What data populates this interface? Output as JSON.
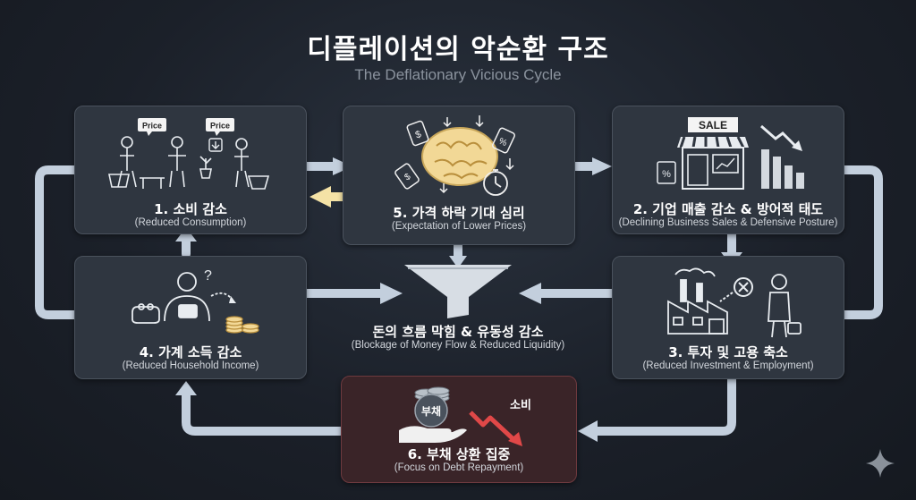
{
  "title": "디플레이션의 악순환 구조",
  "subtitle": "The Deflationary Vicious Cycle",
  "steps": [
    {
      "label": "1. 소비 감소",
      "sub": "(Reduced Consumption)",
      "icons": [
        "shoppers-icon",
        "price-tag-icon",
        "shopping-basket-icon"
      ],
      "price_tag": "Price"
    },
    {
      "label": "2. 기업 매출 감소 & 방어적 태도",
      "sub": "(Declining Business Sales & Defensive Posture)",
      "icons": [
        "store-icon",
        "declining-chart-icon"
      ],
      "sign": "SALE"
    },
    {
      "label": "3. 투자 및 고용 축소",
      "sub": "(Reduced Investment & Employment)",
      "icons": [
        "factory-icon",
        "cross-icon",
        "worker-icon"
      ]
    },
    {
      "label": "4. 가계 소득 감소",
      "sub": "(Reduced Household Income)",
      "icons": [
        "person-wallet-icon",
        "coins-icon"
      ],
      "question": "?"
    },
    {
      "label": "5. 가격 하락 기대 심리",
      "sub": "(Expectation of Lower Prices)",
      "icons": [
        "brain-icon",
        "price-tag-icon",
        "stopwatch-icon"
      ]
    },
    {
      "label": "6. 부채 상환 집중",
      "sub": "(Focus on Debt Repayment)",
      "icons": [
        "debt-coins-icon",
        "down-arrow-icon"
      ],
      "debt_label": "부채",
      "consumption_label": "소비"
    }
  ],
  "center": {
    "label": "돈의 흐름 막힘 & 유동성 감소",
    "sub": "(Blockage of Money Flow & Reduced Liquidity)",
    "icon": "funnel-icon"
  },
  "colors": {
    "background": "#1b2029",
    "box": "#2f3640",
    "debt_box": "#3a2428",
    "arrow": "#c3cfdd",
    "yellow_arrow": "#f4e2a6",
    "red_arrow": "#e04848",
    "brain": "#f2d896"
  }
}
